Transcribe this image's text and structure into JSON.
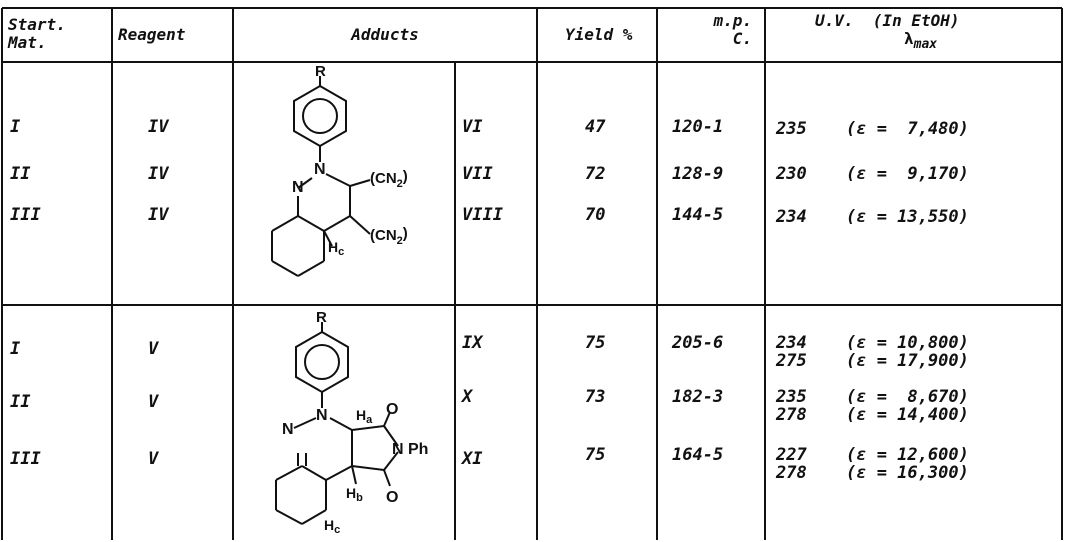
{
  "headers": {
    "start_mat_1": "Start.",
    "start_mat_2": "Mat.",
    "reagent": "Reagent",
    "adducts": "Adducts",
    "yield": "Yield %",
    "mp_1": "m.p.",
    "mp_2": "C.",
    "uv_1": "U.V.  (In EtOH)",
    "uv_lambda": "λ",
    "uv_max": "max"
  },
  "section1": {
    "rows": [
      {
        "start": "I",
        "reagent": "IV",
        "adduct": "VI",
        "yield": "47",
        "mp": "120-1",
        "uv_nm": "235",
        "uv_eps": "(ε =  7,480)"
      },
      {
        "start": "II",
        "reagent": "IV",
        "adduct": "VII",
        "yield": "72",
        "mp": "128-9",
        "uv_nm": "230",
        "uv_eps": "(ε =  9,170)"
      },
      {
        "start": "III",
        "reagent": "IV",
        "adduct": "VIII",
        "yield": "70",
        "mp": "144-5",
        "uv_nm": "234",
        "uv_eps": "(ε = 13,550)"
      }
    ],
    "structure_labels": {
      "R": "R",
      "N1": "N",
      "N2": "N",
      "cn_top": "(CN",
      "cn_top_sub": "2",
      "cn_bot": "(CN",
      "cn_bot_sub": "2",
      "close": ")",
      "Hc": "H",
      "Hc_sub": "c"
    }
  },
  "section2": {
    "rows": [
      {
        "start": "I",
        "reagent": "V",
        "adduct": "IX",
        "yield": "75",
        "mp": "205-6",
        "uv": [
          {
            "nm": "234",
            "eps": "(ε = 10,800)"
          },
          {
            "nm": "275",
            "eps": "(ε = 17,900)"
          }
        ]
      },
      {
        "start": "II",
        "reagent": "V",
        "adduct": "X",
        "yield": "73",
        "mp": "182-3",
        "uv": [
          {
            "nm": "235",
            "eps": "(ε =  8,670)"
          },
          {
            "nm": "278",
            "eps": "(ε = 14,400)"
          }
        ]
      },
      {
        "start": "III",
        "reagent": "V",
        "adduct": "XI",
        "yield": "75",
        "mp": "164-5",
        "uv": [
          {
            "nm": "227",
            "eps": "(ε = 12,600)"
          },
          {
            "nm": "278",
            "eps": "(ε = 16,300)"
          }
        ]
      }
    ],
    "structure_labels": {
      "R": "R",
      "N1": "N",
      "N2": "N",
      "NPh": "N Ph",
      "O1": "O",
      "O2": "O",
      "Ha": "H",
      "Ha_sub": "a",
      "Hb": "H",
      "Hb_sub": "b",
      "Hc": "H",
      "Hc_sub": "c"
    }
  }
}
